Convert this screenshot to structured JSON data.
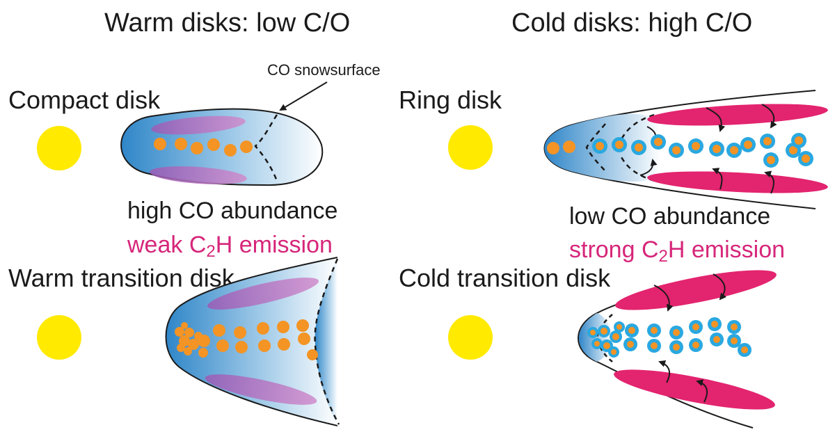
{
  "headers": {
    "warm": "Warm disks: low C/O",
    "cold": "Cold disks: high C/O"
  },
  "annotation": "CO snowsurface",
  "panels": {
    "compact": "Compact disk",
    "ring": "Ring disk",
    "warm_transition": "Warm transition disk",
    "cold_transition": "Cold transition disk"
  },
  "warm_notes": {
    "co": "high CO abundance",
    "c2h_pre": "weak C",
    "c2h_sub": "2",
    "c2h_post": "H emission"
  },
  "cold_notes": {
    "co": "low CO abundance",
    "c2h_pre": "strong C",
    "c2h_sub": "2",
    "c2h_post": "H emission"
  },
  "colors": {
    "star": "#ffea00",
    "warm_gas": "#2f86c8",
    "grain_orange": "#f39425",
    "ice_blue": "#2aa8e0",
    "c2h_pink": "#e3246f",
    "warm_layer_purple": "#a862b8"
  }
}
